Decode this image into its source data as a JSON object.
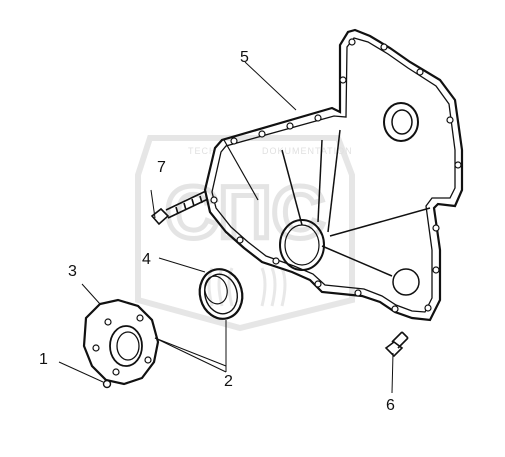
{
  "diagram": {
    "callouts": [
      {
        "id": "1",
        "label": "1"
      },
      {
        "id": "2",
        "label": "2"
      },
      {
        "id": "3",
        "label": "3"
      },
      {
        "id": "4",
        "label": "4"
      },
      {
        "id": "5",
        "label": "5"
      },
      {
        "id": "6",
        "label": "6"
      },
      {
        "id": "7",
        "label": "7"
      }
    ],
    "watermark": {
      "logo_text": "СПС",
      "left_word": "TECH",
      "right_word": "DOKUMENTATION"
    }
  }
}
